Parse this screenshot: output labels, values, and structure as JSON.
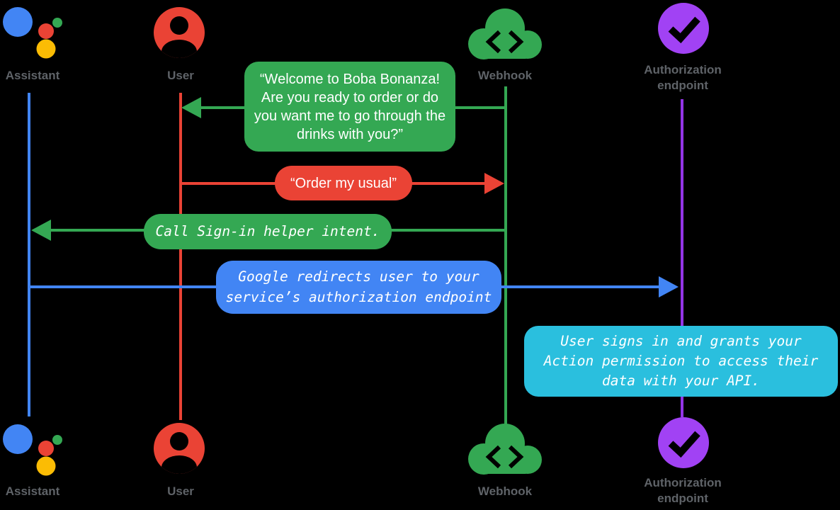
{
  "diagram": {
    "type": "sequence-diagram",
    "background": "#000000"
  },
  "actors": [
    {
      "id": "assistant",
      "label": "Assistant",
      "icon": "google-assistant-icon",
      "color": "#4285F4"
    },
    {
      "id": "user",
      "label": "User",
      "icon": "user-icon",
      "color": "#EA4335"
    },
    {
      "id": "webhook",
      "label": "Webhook",
      "icon": "cloud-webhook-icon",
      "color": "#34A853"
    },
    {
      "id": "authorization-endpoint",
      "label": "Authorization endpoint",
      "icon": "check-circle-icon",
      "color": "#A142F4"
    }
  ],
  "messages": [
    {
      "from": "webhook",
      "to": "user",
      "style": "speech",
      "color": "#34A853",
      "text": "“Welcome to Boba Bonanza! Are you ready to order or do you want me to go through the drinks with you?”"
    },
    {
      "from": "user",
      "to": "webhook",
      "style": "speech",
      "color": "#EA4335",
      "text": "“Order my usual”"
    },
    {
      "from": "webhook",
      "to": "assistant",
      "style": "code",
      "color": "#34A853",
      "text": "Call Sign-in helper intent."
    },
    {
      "from": "assistant",
      "to": "authorization-endpoint",
      "style": "code",
      "color": "#4285F4",
      "text": "Google redirects user to your service’s authorization endpoint"
    },
    {
      "note_on": "authorization-endpoint",
      "style": "code",
      "color": "#2ABFDE",
      "text": "User signs in and grants your Action permission to access their data with your API."
    }
  ],
  "colors": {
    "blue": "#4285F4",
    "red": "#EA4335",
    "green": "#34A853",
    "yellow": "#FBBC04",
    "purple": "#A142F4",
    "purple_line": "#9334E6",
    "cyan": "#2ABFDE",
    "label_text": "#5F6368",
    "message_text": "#FFFFFF",
    "background": "#000000"
  }
}
